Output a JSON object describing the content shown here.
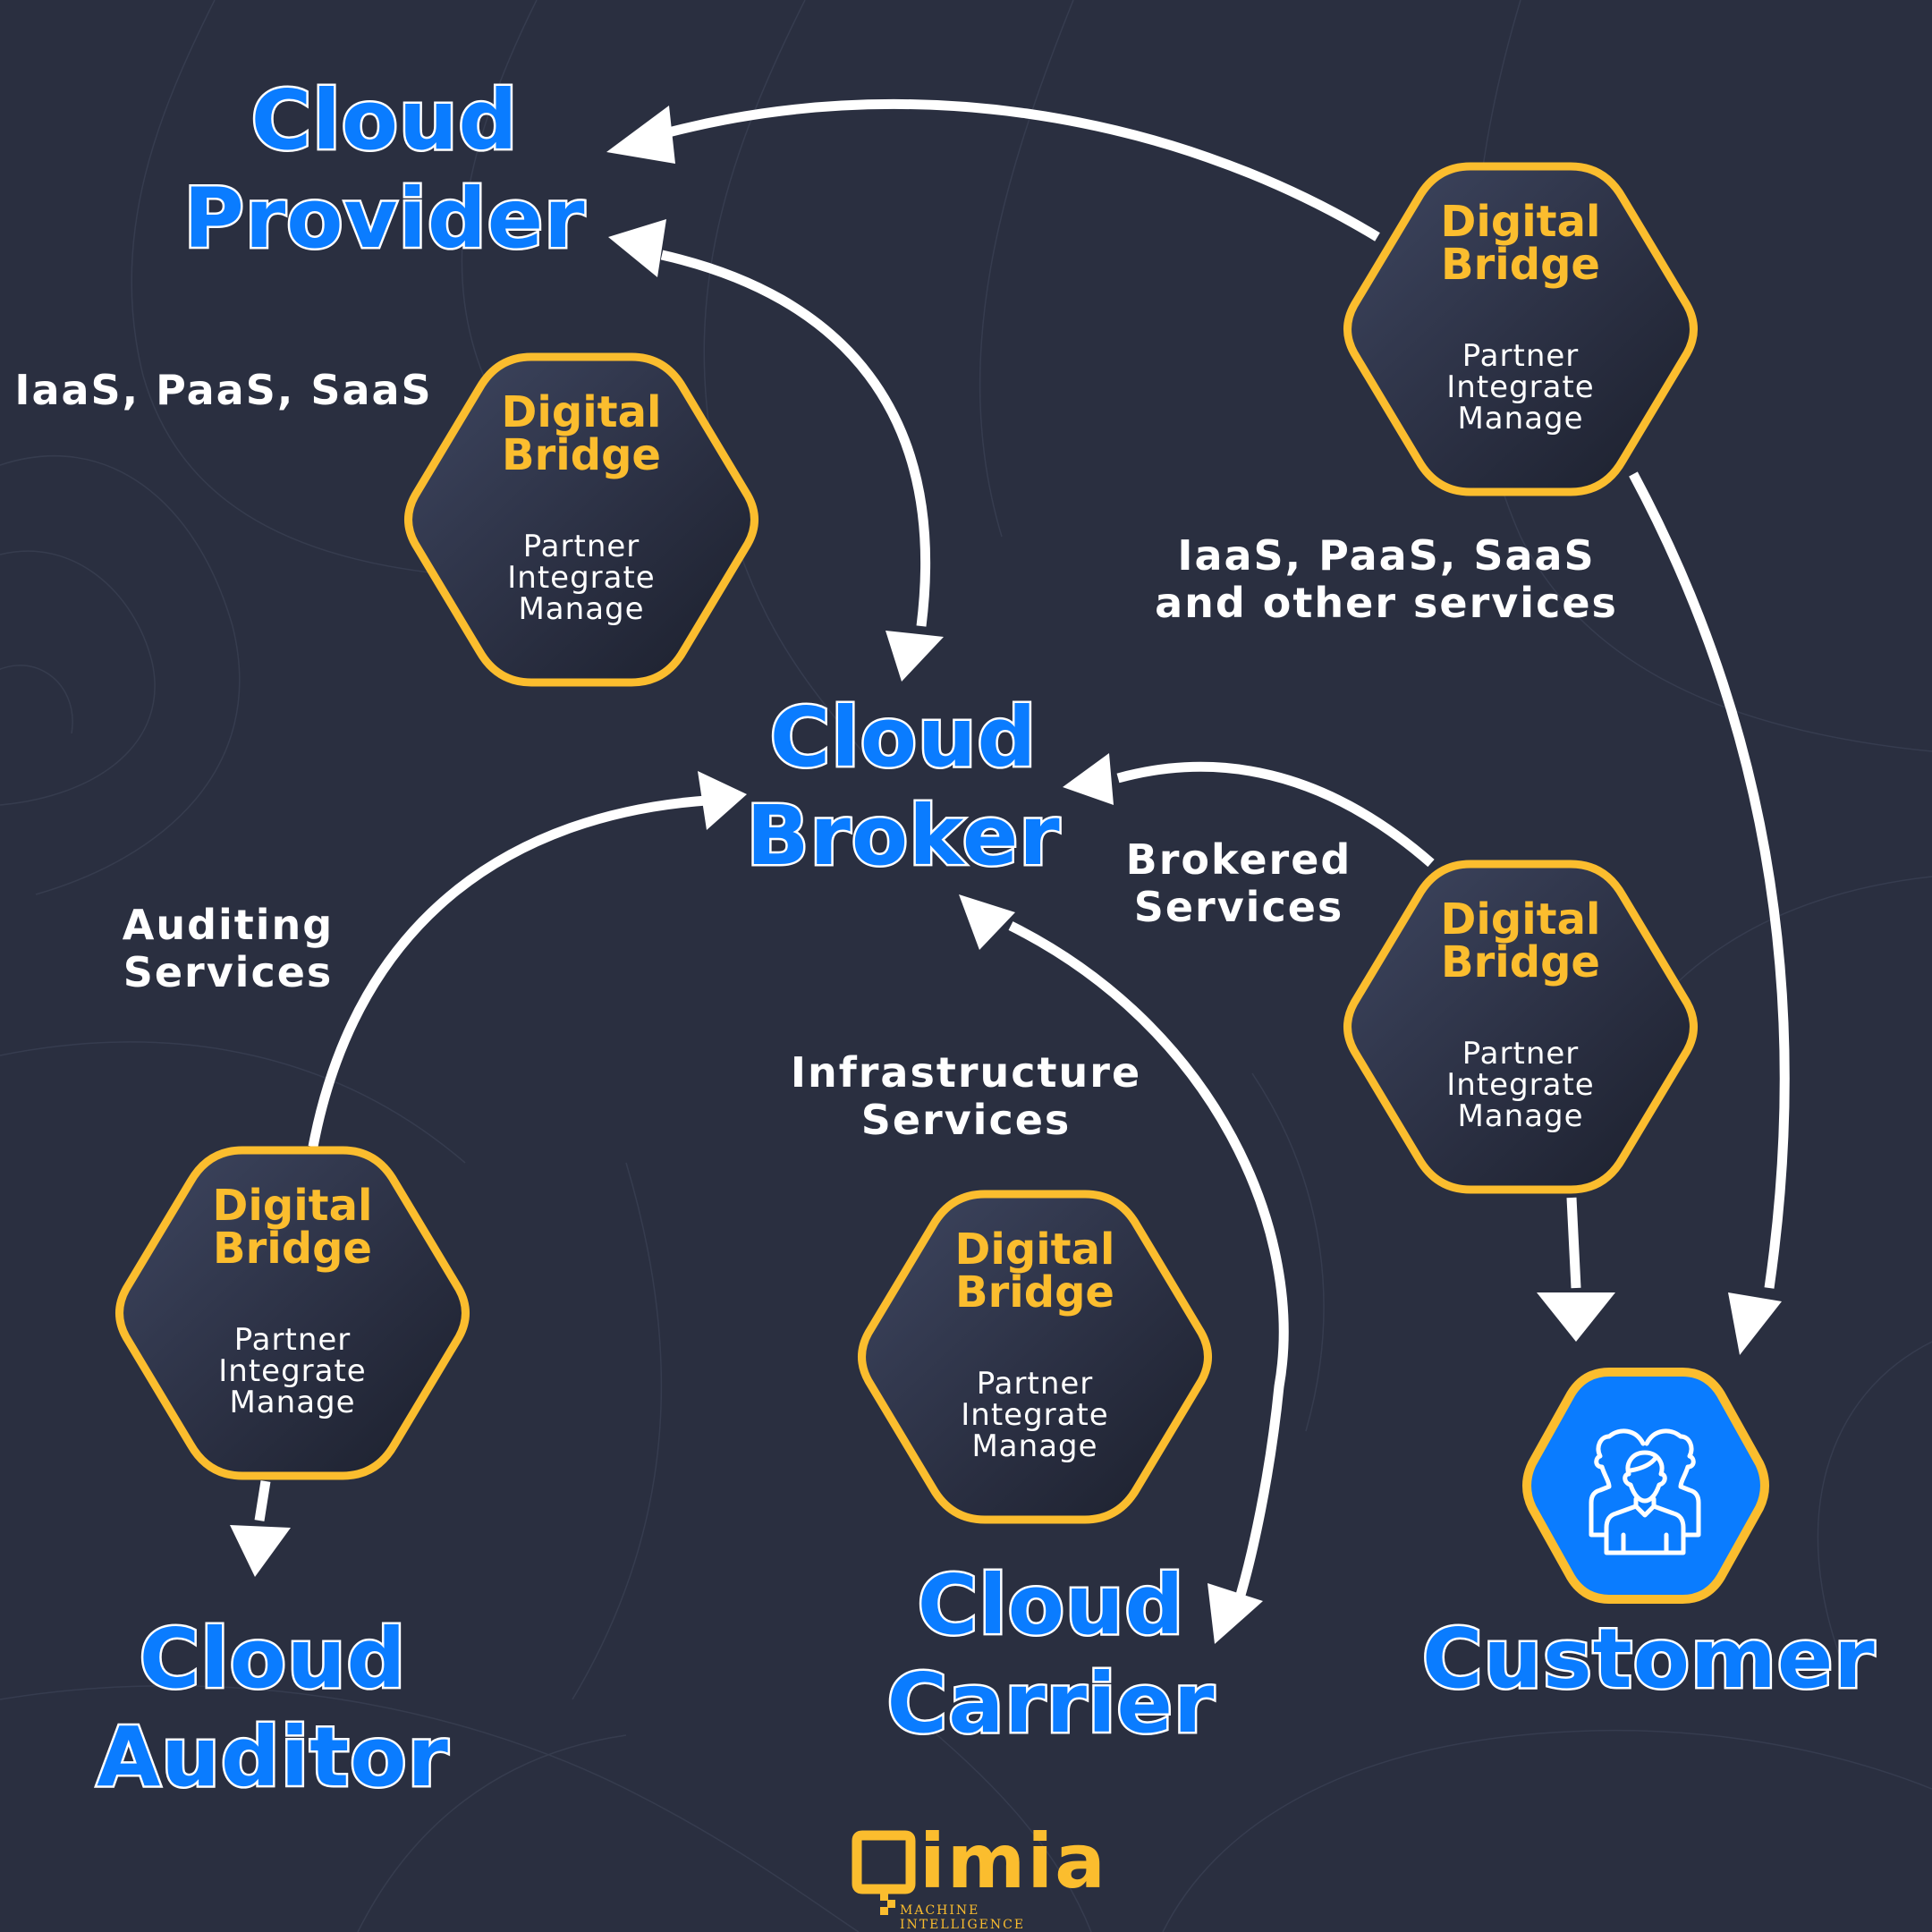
{
  "colors": {
    "background": "#2a2f40",
    "title_blue": "#0a7cff",
    "accent_yellow": "#fbbd2e",
    "arrow_white": "#ffffff",
    "hex_gradient_light": "#3b4259",
    "hex_gradient_dark": "#1d2130"
  },
  "actors": {
    "provider": {
      "line1": "Cloud",
      "line2": "Provider"
    },
    "broker": {
      "line1": "Cloud",
      "line2": "Broker"
    },
    "auditor": {
      "line1": "Cloud",
      "line2": "Auditor"
    },
    "carrier": {
      "line1": "Cloud",
      "line2": "Carrier"
    },
    "customer": {
      "line1": "Customer",
      "icon": "users-group-icon"
    }
  },
  "flow_labels": {
    "provider_broker": "IaaS, PaaS, SaaS",
    "provider_customer": {
      "line1": "IaaS, PaaS, SaaS",
      "line2": "and other services"
    },
    "brokered": {
      "line1": "Brokered",
      "line2": "Services"
    },
    "auditing": {
      "line1": "Auditing",
      "line2": "Services"
    },
    "infrastructure": {
      "line1": "Infrastructure",
      "line2": "Services"
    }
  },
  "digital_bridge": {
    "title_line1": "Digital",
    "title_line2": "Bridge",
    "steps": [
      "Partner",
      "Integrate",
      "Manage"
    ]
  },
  "logo": {
    "word": "imia",
    "tagline": "MACHINE INTELLIGENCE"
  }
}
